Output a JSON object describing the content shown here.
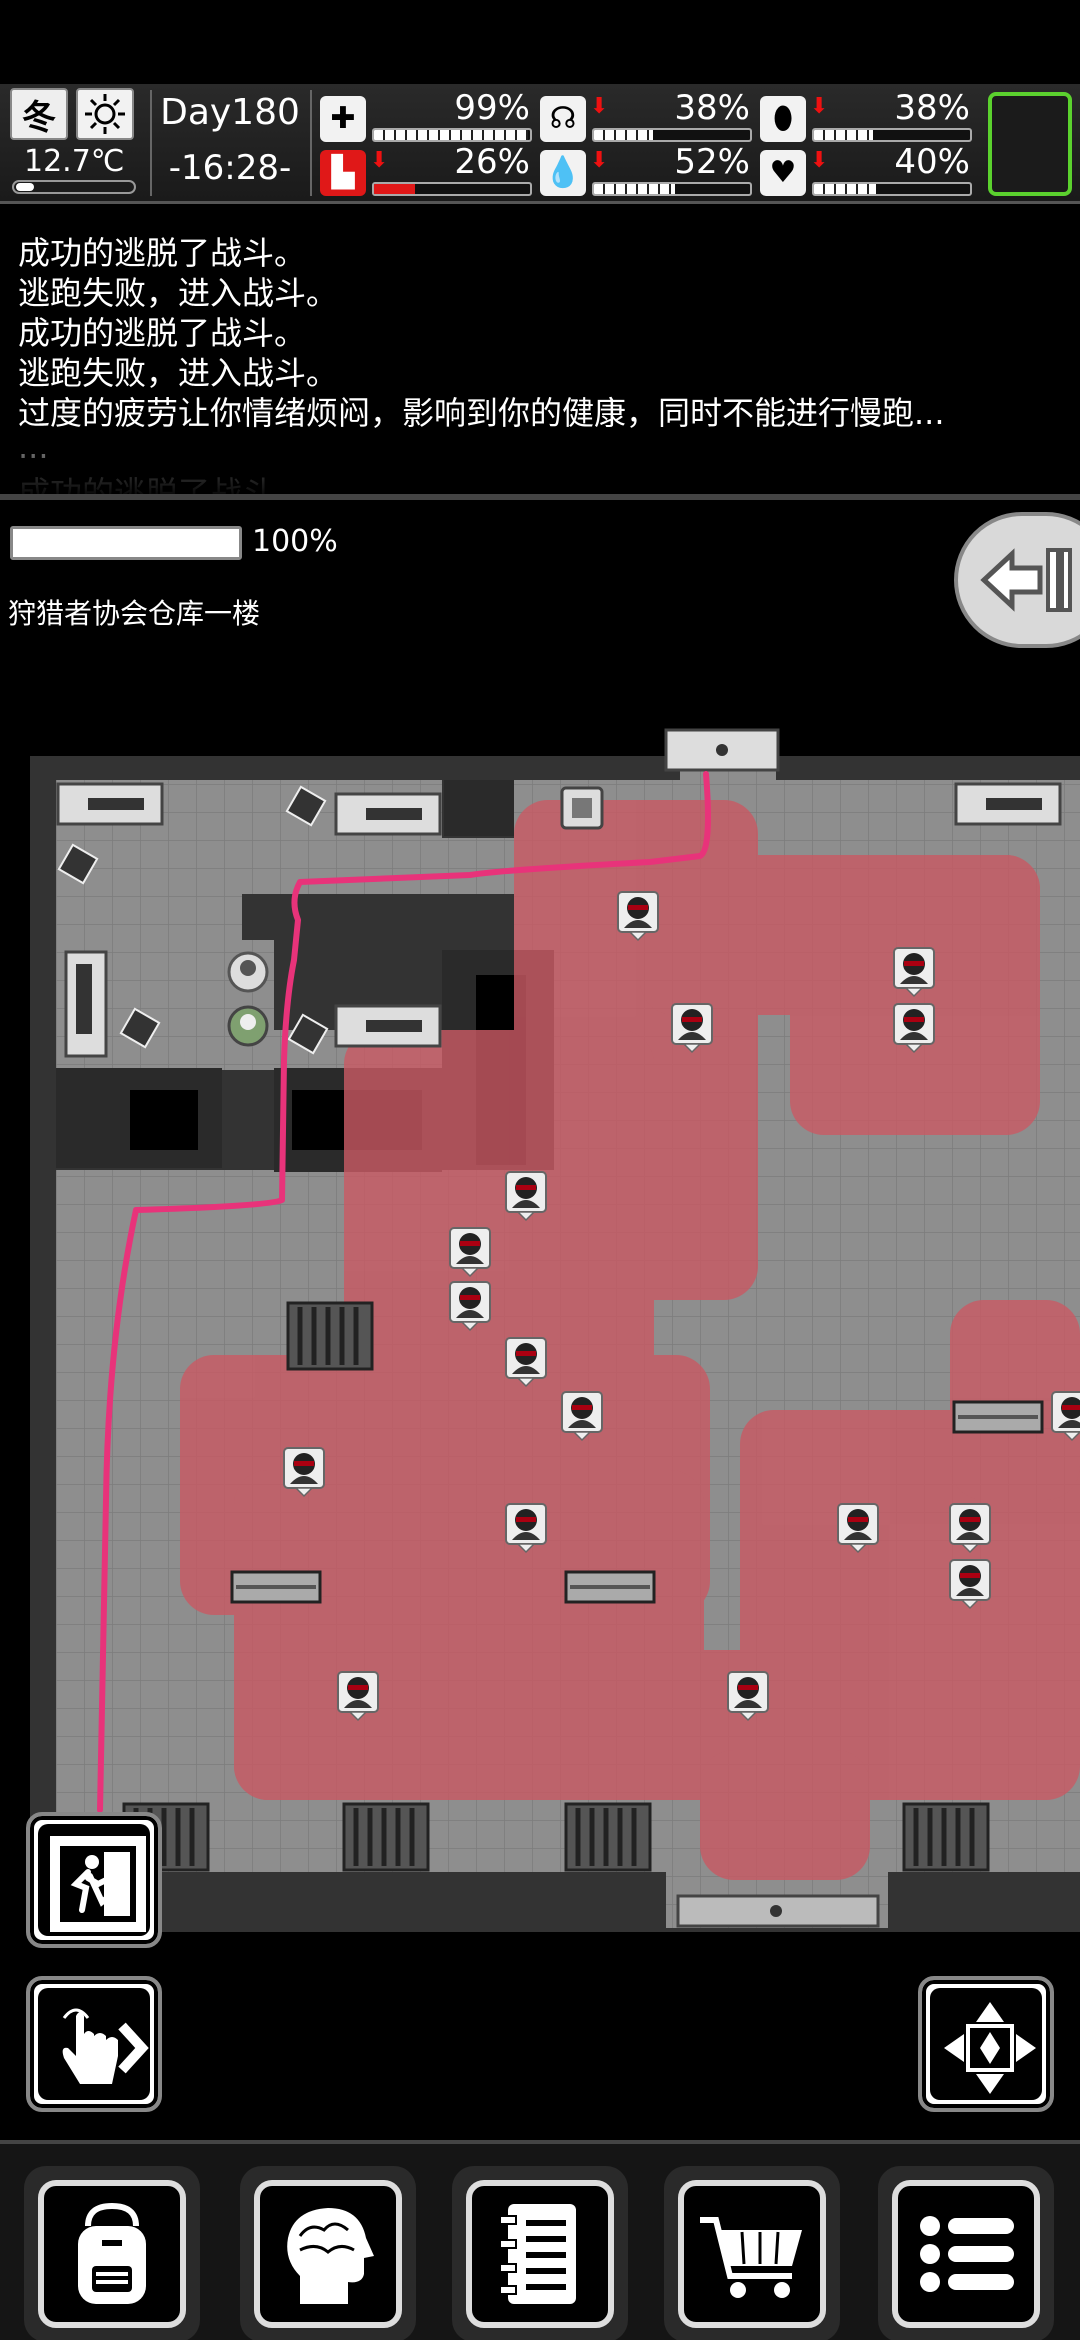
{
  "status": {
    "season": "冬",
    "weather_icon": "sun-icon",
    "temperature": "12.7℃",
    "day": "Day180",
    "time": "-16:28-",
    "stats": [
      {
        "name": "health-stat",
        "icon": "medkit-icon",
        "value": "99%",
        "level": 0.99,
        "trend": "none"
      },
      {
        "name": "hunger-stat",
        "icon": "stomach-icon",
        "value": "38%",
        "level": 0.38,
        "trend": "down"
      },
      {
        "name": "energy-stat",
        "icon": "pill-icon",
        "value": "38%",
        "level": 0.38,
        "trend": "down"
      },
      {
        "name": "stamina-stat",
        "icon": "boot-icon",
        "value": "26%",
        "level": 0.26,
        "trend": "down"
      },
      {
        "name": "thirst-stat",
        "icon": "water-drop-icon",
        "value": "52%",
        "level": 0.52,
        "trend": "down"
      },
      {
        "name": "mood-stat",
        "icon": "heart-icon",
        "value": "40%",
        "level": 0.4,
        "trend": "down"
      }
    ],
    "accent_color": "#5bd12e",
    "danger_color": "#e01818"
  },
  "log": [
    "成功的逃脱了战斗。",
    "逃跑失败，进入战斗。",
    "成功的逃脱了战斗。",
    "逃跑失败，进入战斗。",
    "过度的疲劳让你情绪烦闷，影响到你的健康，同时不能进行慢跑...",
    "...",
    "成功的逃脱了战斗"
  ],
  "progress": {
    "value": "100%",
    "level": 1.0
  },
  "location": "狩猎者协会仓库一楼",
  "map": {
    "danger_color": "#c85a64",
    "path_color": "#e8337a"
  },
  "nav": [
    {
      "name": "backpack-button",
      "icon": "backpack-icon"
    },
    {
      "name": "skills-button",
      "icon": "brain-icon"
    },
    {
      "name": "journal-button",
      "icon": "notebook-icon"
    },
    {
      "name": "shop-button",
      "icon": "cart-icon"
    },
    {
      "name": "menu-button",
      "icon": "list-icon"
    }
  ]
}
